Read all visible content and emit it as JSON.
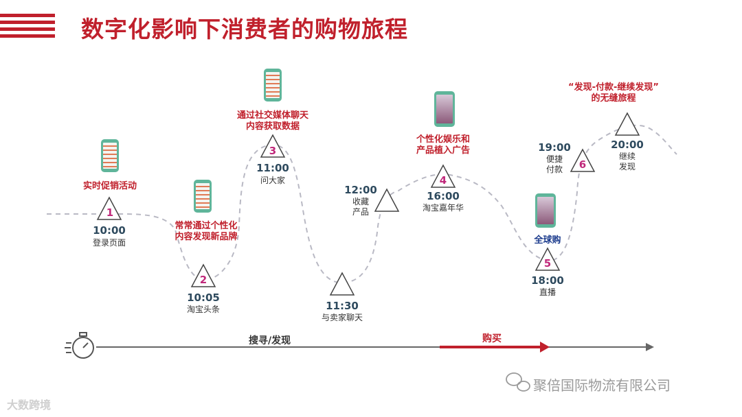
{
  "header": {
    "title": "数字化影响下消费者的购物旅程"
  },
  "steps": [
    {
      "number": "1",
      "time": "10:00",
      "caption": "登录页面",
      "note_lines": [
        "实时促销活动"
      ]
    },
    {
      "number": "2",
      "time": "10:05",
      "caption": "淘宝头条",
      "note_lines": [
        "常常通过个性化",
        "内容发现新品牌"
      ]
    },
    {
      "number": "3",
      "time": "11:00",
      "caption": "问大家",
      "note_lines": [
        "通过社交媒体聊天",
        "内容获取数据"
      ]
    },
    {
      "number": "",
      "time": "11:30",
      "caption": "与卖家聊天"
    },
    {
      "number": "",
      "time": "12:00",
      "caption_lines": [
        "收藏",
        "产品"
      ]
    },
    {
      "number": "4",
      "time": "16:00",
      "caption": "淘宝嘉年华",
      "note_lines": [
        "个性化娱乐和",
        "产品植入广告"
      ]
    },
    {
      "number": "5",
      "time": "18:00",
      "caption": "直播",
      "note": "全球购"
    },
    {
      "number": "6",
      "time": "19:00",
      "caption_lines": [
        "便捷",
        "付款"
      ]
    },
    {
      "number": "",
      "time": "20:00",
      "caption_lines": [
        "继续",
        "发现"
      ],
      "note_lines": [
        "“发现-付款-继续发现”",
        "的无缝旅程"
      ]
    }
  ],
  "timeline": {
    "phase_search": "搜寻/发现",
    "phase_buy": "购买"
  },
  "footer": {
    "watermark": "聚倍国际物流有限公司",
    "corner": "大数跨境"
  },
  "colors": {
    "accent": "#c0202c",
    "dark_text": "#2e4a5e",
    "number": "#c0287a",
    "blue": "#1a3a8c"
  },
  "icons": [
    "stopwatch-icon",
    "wechat-icon",
    "phone-icon"
  ]
}
